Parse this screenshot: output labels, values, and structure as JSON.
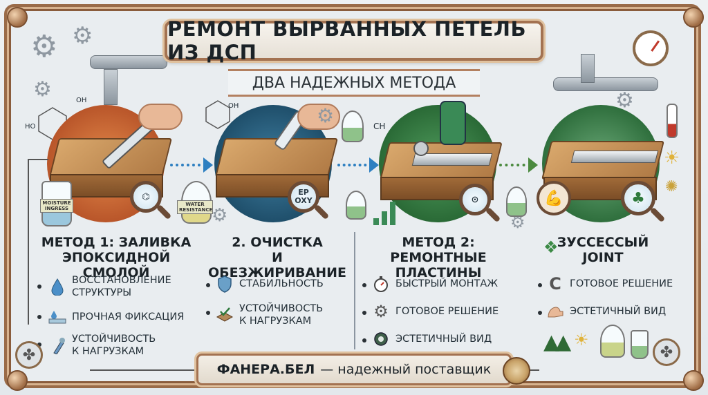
{
  "header": {
    "title": "РЕМОНТ ВЫРВАННЫХ ПЕТЕЛЬ ИЗ ДСП",
    "subtitle": "ДВА НАДЕЖНЫХ МЕТОДА"
  },
  "illustrations": {
    "flask1_label": "MOISTURE INGRESS",
    "flask2_label": "WATER RESISTANCE",
    "epoxy_label": "EP OXY",
    "chem_ch": "CH",
    "chem_oh1": "OH",
    "chem_oh2": "OH",
    "chem_ho": "HO"
  },
  "columns": [
    {
      "title_line1": "МЕТОД 1: ЗАЛИВКА",
      "title_line2": "ЭПОКСИДНОЙ СМОЛОЙ",
      "items": [
        {
          "icon": "water-drop-icon",
          "text_line1": "ВОССТАНОВЛЕНИЕ",
          "text_line2": "СТРУКТУРЫ"
        },
        {
          "icon": "drops-layer-icon",
          "text_line1": "ПРОЧНАЯ ФИКСАЦИЯ",
          "text_line2": ""
        },
        {
          "icon": "dropper-icon",
          "text_line1": "УСТОЙЧИВОСТЬ",
          "text_line2": "К НАГРУЗКАМ"
        }
      ]
    },
    {
      "title_line1": "2. ОЧИСТКА",
      "title_line2": "И ОБЕЗЖИРИВАНИЕ",
      "items": [
        {
          "icon": "shield-icon",
          "text_line1": "СТАБИЛЬНОСТЬ",
          "text_line2": ""
        },
        {
          "icon": "layers-check-icon",
          "text_line1": "УСТОЙЧИВОСТЬ",
          "text_line2": "К НАГРУЗКАМ"
        }
      ]
    },
    {
      "title_line1": "МЕТОД 2:",
      "title_line2": "РЕМОНТНЫЕ ПЛАСТИНЫ",
      "items": [
        {
          "icon": "stopwatch-icon",
          "text_line1": "БЫСТРЫЙ МОНТАЖ",
          "text_line2": ""
        },
        {
          "icon": "gear-check-icon",
          "text_line1": "ГОТОВОЕ РЕШЕНИЕ",
          "text_line2": ""
        },
        {
          "icon": "circle-icon",
          "text_line1": "ЭСТЕТИЧНЫЙ ВИД",
          "text_line2": ""
        }
      ]
    },
    {
      "title_line1": "ЗУССЕССЫЙ",
      "title_line2": "JOINT",
      "items": [
        {
          "icon": "clamp-icon",
          "text_line1": "ГОТОВОЕ РЕШЕНИЕ",
          "text_line2": ""
        },
        {
          "icon": "arm-icon",
          "text_line1": "ЭСТЕТИЧНЫЙ ВИД",
          "text_line2": ""
        }
      ]
    }
  ],
  "footer": {
    "brand": "ФАНЕРА.БЕЛ",
    "tagline": "— надежный поставщик"
  },
  "colors": {
    "frame": "#9a6b48",
    "arrow": "#2d7fc1",
    "scene1": "#c0692e",
    "scene2": "#2a5f7f",
    "scene3": "#2f7a3d",
    "scene4": "#2f7a3d"
  }
}
